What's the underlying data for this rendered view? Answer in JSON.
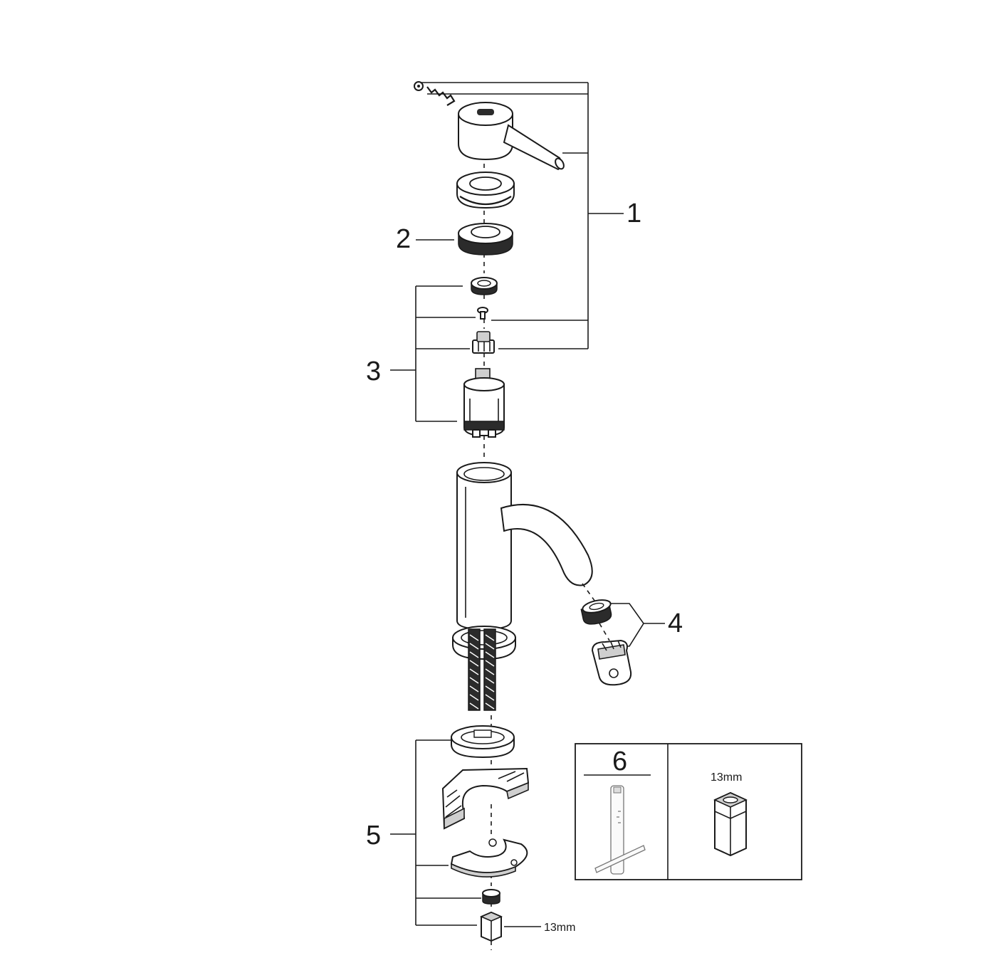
{
  "callouts": {
    "c1": "1",
    "c2": "2",
    "c3": "3",
    "c4": "4",
    "c5": "5",
    "c6": "6"
  },
  "labels": {
    "nut_size_bottom": "13mm",
    "nut_size_box": "13mm"
  },
  "colors": {
    "line": "#1a1a1a",
    "background": "#ffffff",
    "shade": "#cfcfcf"
  }
}
